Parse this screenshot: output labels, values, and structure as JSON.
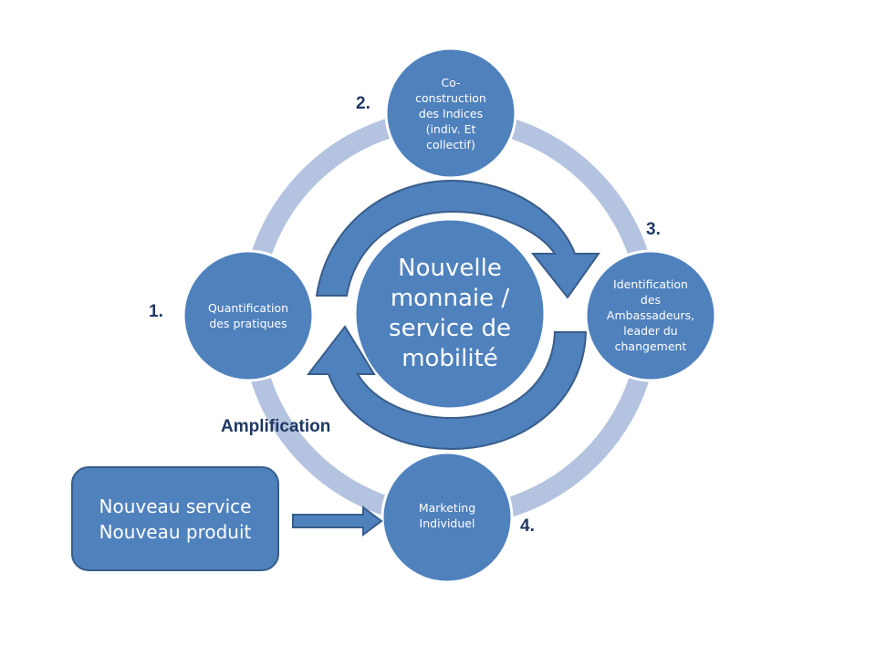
{
  "colors": {
    "ring": "#b4c3df",
    "node_fill": "#4f81bd",
    "node_stroke": "#ffffff",
    "arrow_fill": "#4f81bd",
    "arrow_stroke": "#385d8a",
    "number_text": "#1f3864"
  },
  "center": {
    "lines": [
      "Nouvelle",
      "monnaie /",
      "service de",
      "mobilité"
    ]
  },
  "nodes": [
    {
      "number": "1.",
      "lines": [
        "Quantification",
        "des pratiques"
      ]
    },
    {
      "number": "2.",
      "lines": [
        "Co-",
        "construction",
        "des Indices",
        "(indiv. Et",
        "collectif)"
      ]
    },
    {
      "number": "3.",
      "lines": [
        "Identification",
        "des",
        "Ambassadeurs,",
        "leader du",
        "changement"
      ]
    },
    {
      "number": "4.",
      "lines": [
        "Marketing",
        "Individuel"
      ]
    }
  ],
  "amplification": "Amplification",
  "side_box": {
    "lines": [
      "Nouveau service",
      "Nouveau produit"
    ]
  }
}
